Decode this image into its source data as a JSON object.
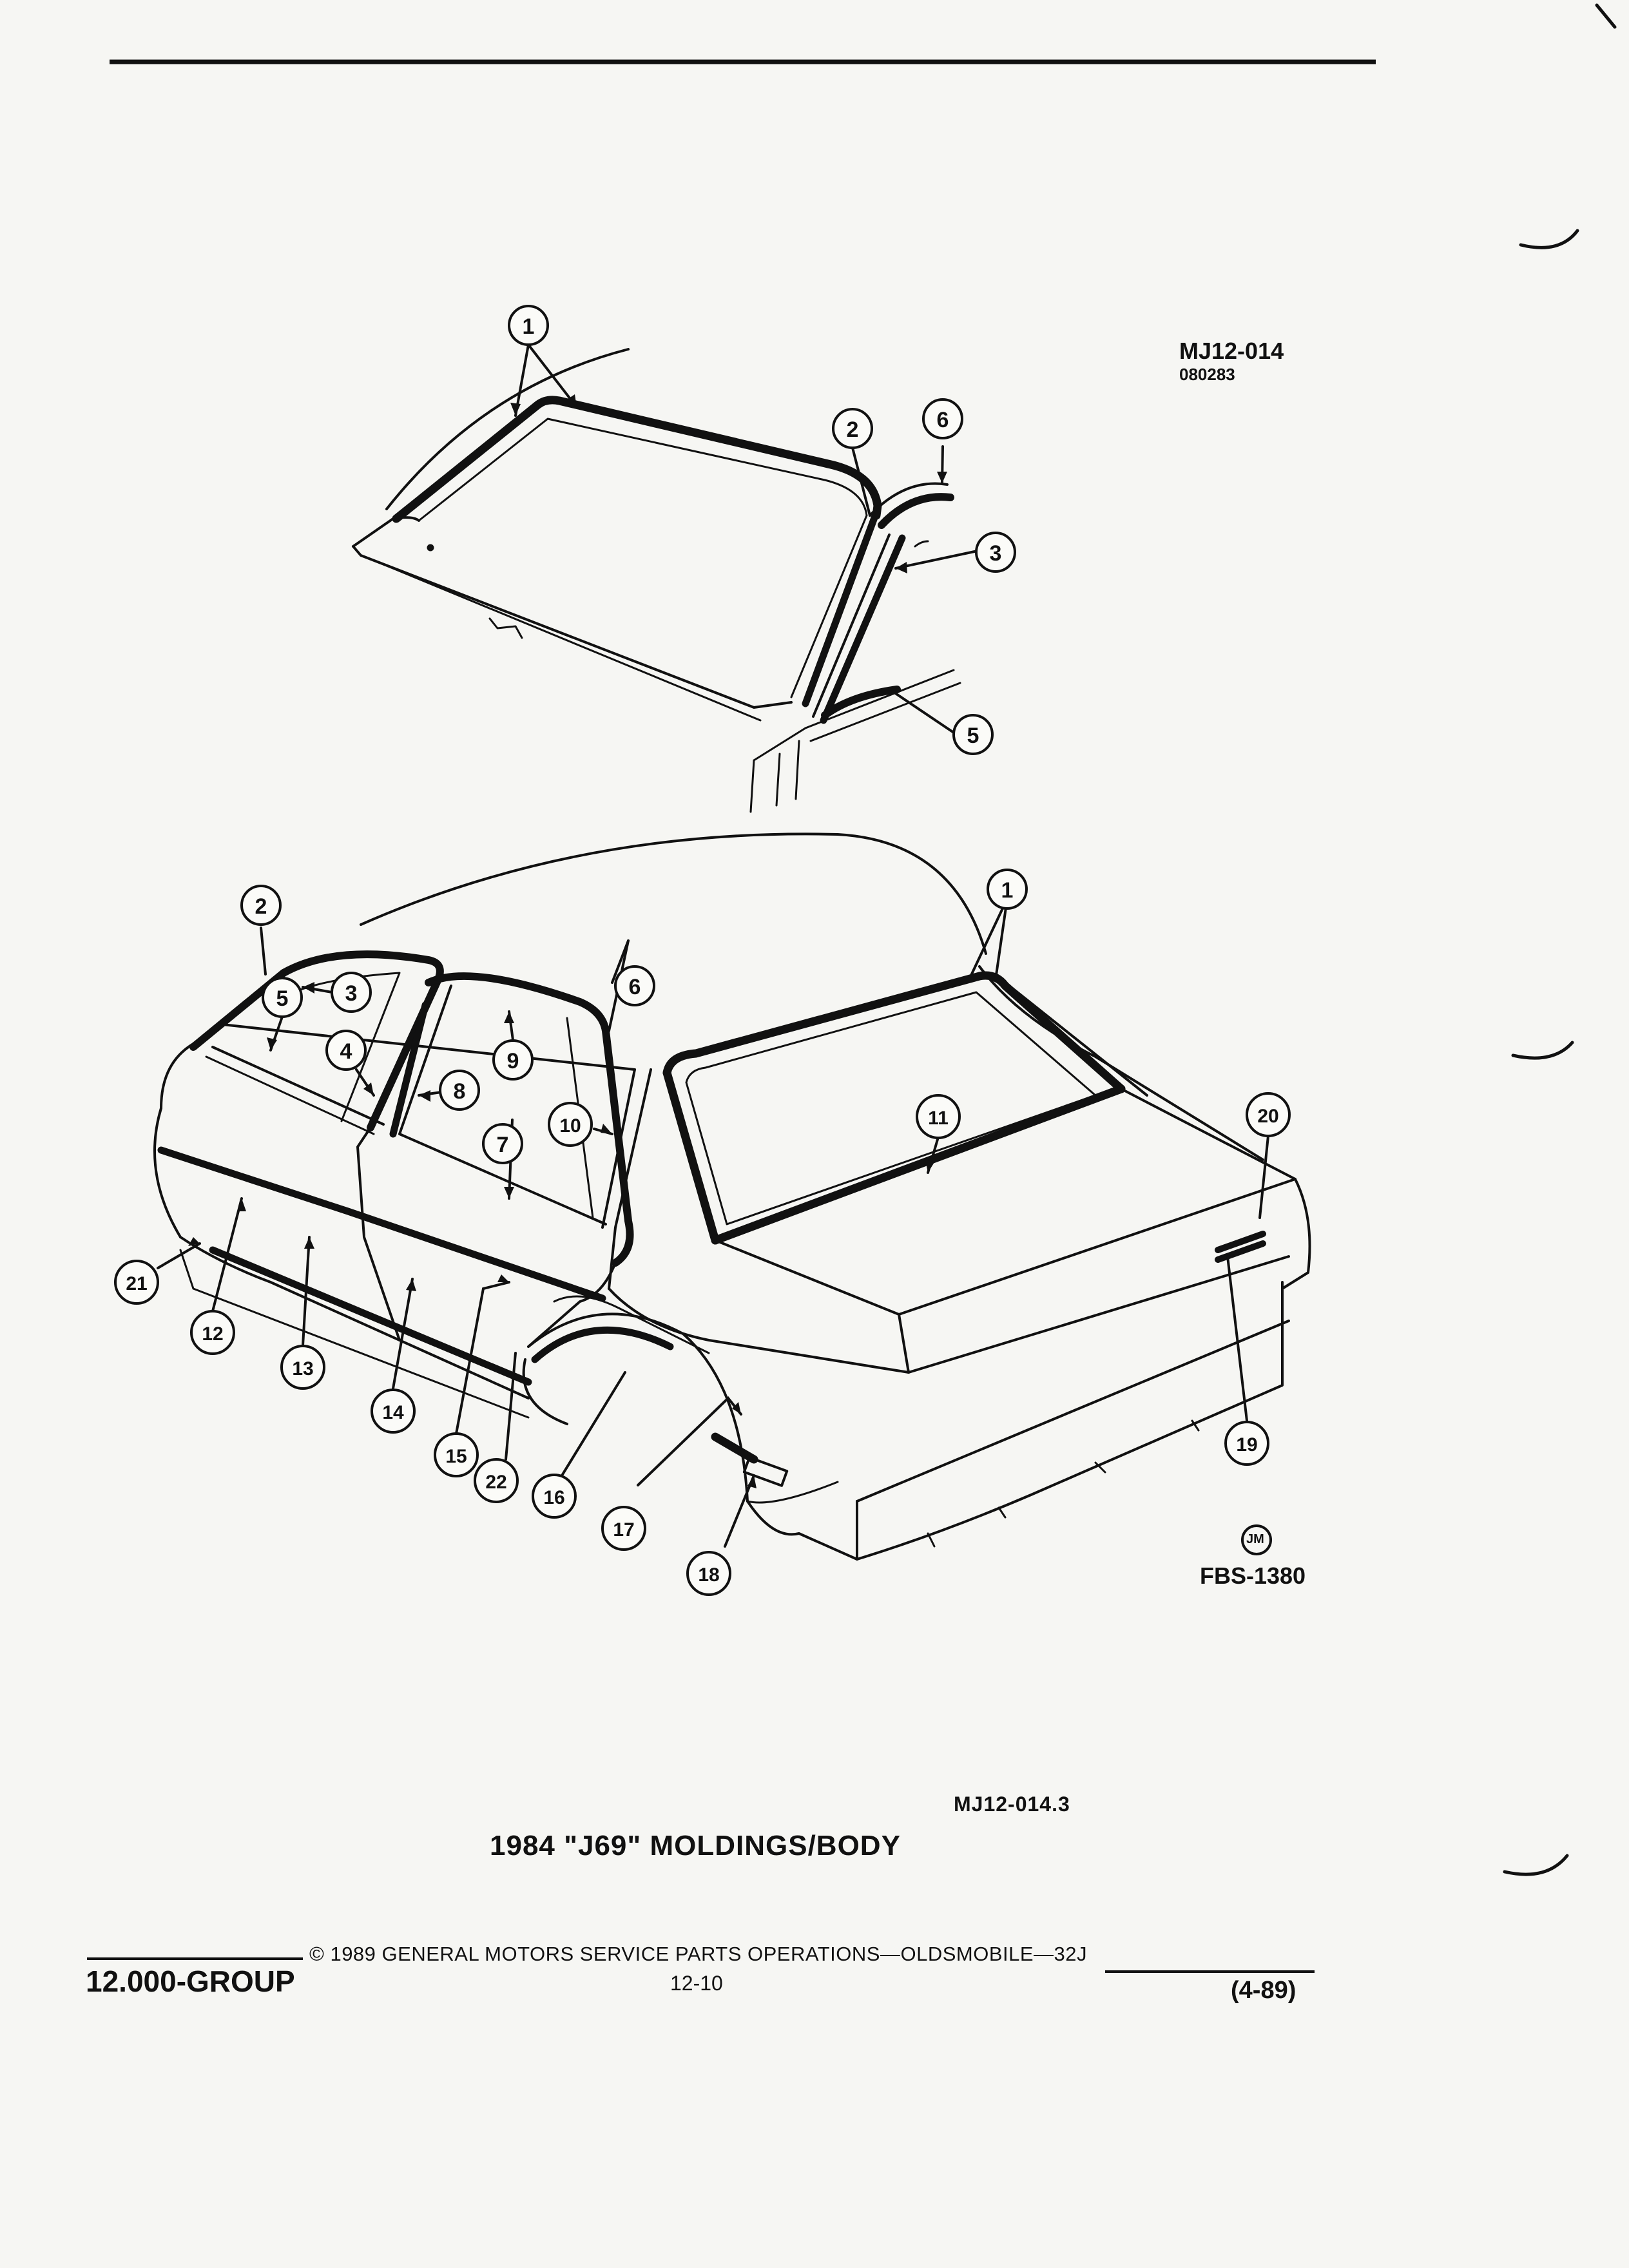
{
  "header": {
    "diagram_code": "MJ12-014",
    "diagram_date": "080283"
  },
  "figure": {
    "logo_text": "JM",
    "fbs_code": "FBS-1380",
    "figure_code": "MJ12-014.3",
    "caption": "1984 \"J69\" MOLDINGS/BODY"
  },
  "callouts": {
    "windshield_view": [
      "1",
      "2",
      "6",
      "3",
      "5"
    ],
    "body_view": [
      "2",
      "3",
      "5",
      "4",
      "8",
      "9",
      "6",
      "10",
      "7",
      "1",
      "11",
      "20",
      "19",
      "21",
      "12",
      "13",
      "14",
      "15",
      "22",
      "16",
      "17",
      "18"
    ]
  },
  "footer": {
    "group": "12.000-GROUP",
    "copyright": "© 1989 GENERAL MOTORS SERVICE PARTS OPERATIONS—OLDSMOBILE—32J",
    "page": "12-10",
    "date_code": "(4-89)"
  }
}
